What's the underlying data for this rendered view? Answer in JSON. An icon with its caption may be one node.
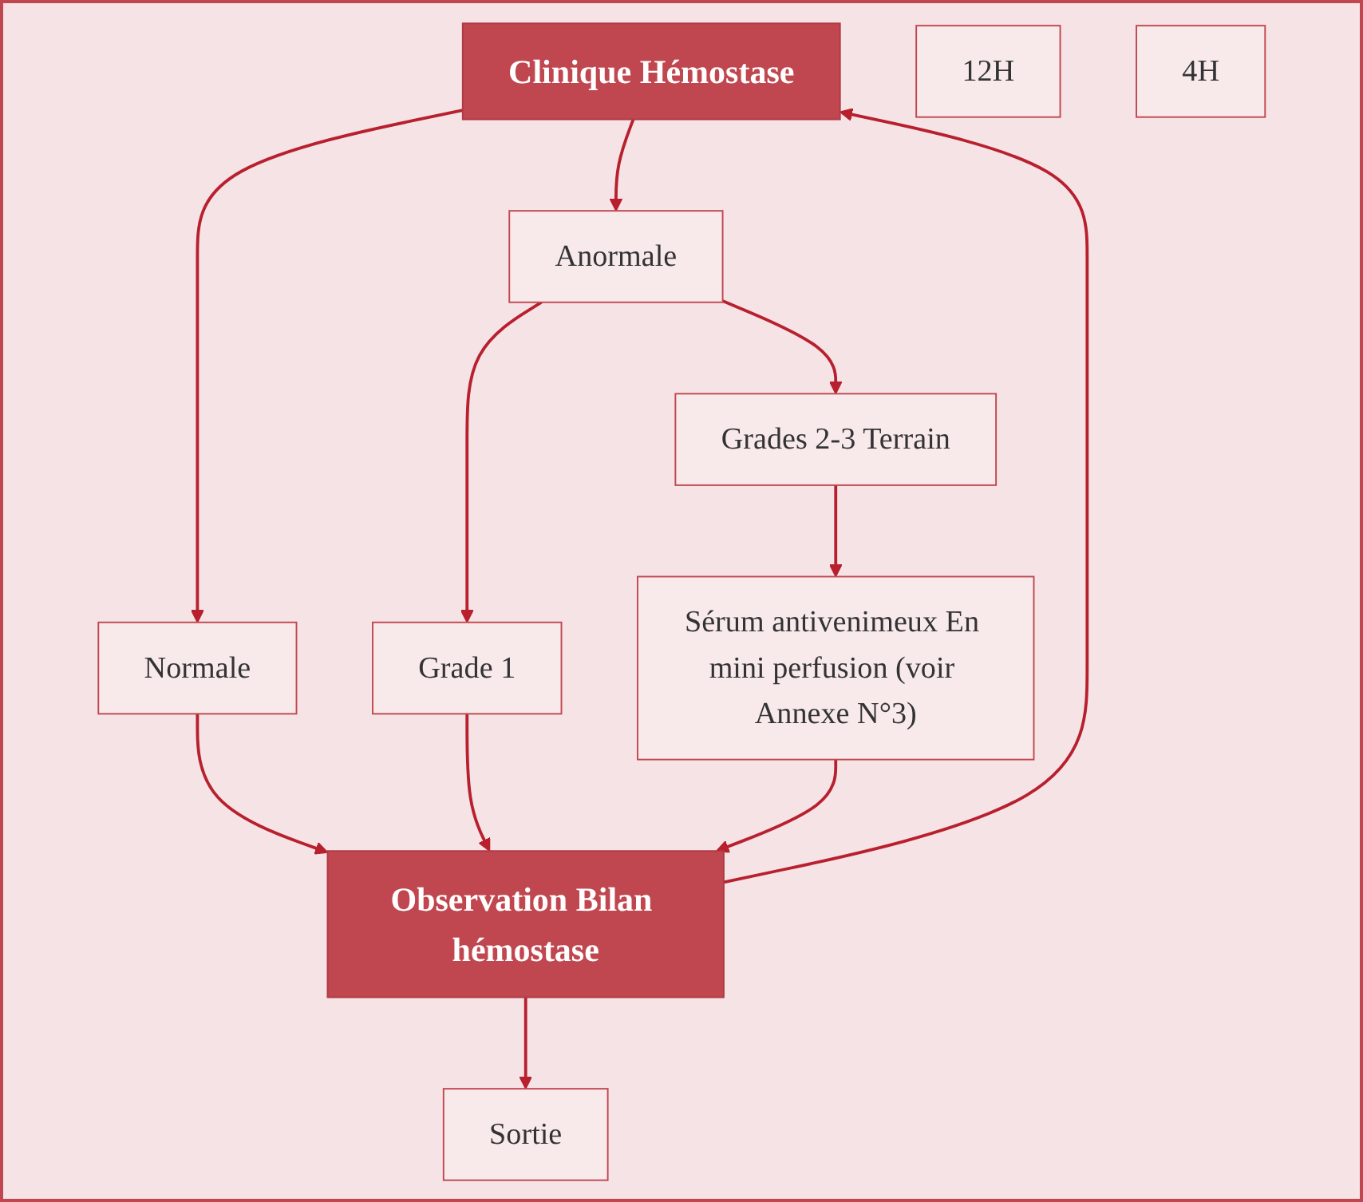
{
  "diagram": {
    "nodes": [
      {
        "text": [
          "Clinique Hémostase"
        ]
      },
      {
        "text": [
          "Normale"
        ]
      },
      {
        "text": [
          "Anormale"
        ]
      },
      {
        "text": [
          "Grade 1"
        ]
      },
      {
        "text": [
          "Grades 2-3 Terrain"
        ]
      },
      {
        "text": [
          "12H"
        ]
      },
      {
        "text": [
          "Observation Bilan hémostase"
        ]
      },
      {
        "text": [
          "4H"
        ]
      },
      {
        "text": [
          "Sortie"
        ]
      },
      {
        "text": [
          "Sérum antivenimeux En mini perfusion (voir Annexe N°3)"
        ]
      }
    ],
    "edges": [
      {
        "from": 0,
        "to": 1,
        "arrow": "to"
      },
      {
        "from": 0,
        "to": 2,
        "arrow": "to"
      },
      {
        "from": 2,
        "to": 3,
        "arrow": "to"
      },
      {
        "from": 2,
        "to": 4,
        "arrow": "to"
      },
      {
        "from": 1,
        "to": 6,
        "arrow": "to"
      },
      {
        "from": 3,
        "to": 6,
        "arrow": "to"
      },
      {
        "from": 6,
        "to": 0,
        "arrow": "to"
      },
      {
        "from": 4,
        "to": 9,
        "arrow": "to"
      },
      {
        "from": 9,
        "to": 6,
        "arrow": "to"
      },
      {
        "from": 6,
        "to": 8,
        "arrow": "to"
      }
    ]
  }
}
